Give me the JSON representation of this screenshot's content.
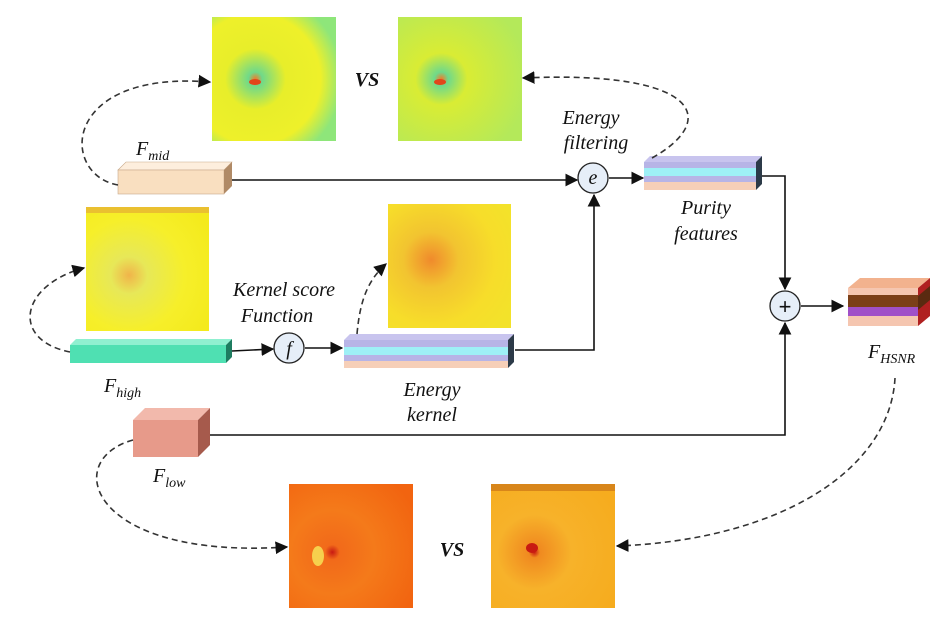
{
  "labels": {
    "f_mid_main": "F",
    "f_mid_sub": "mid",
    "f_high_main": "F",
    "f_high_sub": "high",
    "f_low_main": "F",
    "f_low_sub": "low",
    "f_hsnr_main": "F",
    "f_hsnr_sub": "HSNR",
    "energy_filtering_1": "Energy",
    "energy_filtering_2": "filtering",
    "purity_1": "Purity",
    "purity_2": "features",
    "kernel_score_1": "Kernel score",
    "kernel_score_2": "Function",
    "energy_kernel_1": "Energy",
    "energy_kernel_2": "kernel",
    "vs_top": "VS",
    "vs_bottom": "VS"
  },
  "operators": {
    "energy_op": "e",
    "kernel_op": "f",
    "sum_op": "+"
  },
  "colors": {
    "heatmap_green": "#9be65c",
    "heatmap_yellow": "#f4ec1c",
    "heatmap_orange": "#f26a12",
    "heatmap_amber": "#f7b520",
    "f_mid_box": "#f9dfc0",
    "f_high_box": "#4fe0b2",
    "f_low_box": "#e79a8a",
    "layer_cyan": "#9ef0f6",
    "layer_lavender": "#b7b4e6",
    "layer_peach": "#f6cfb8",
    "hsnr_brown": "#7b3f18",
    "hsnr_purple": "#a050c8",
    "hsnr_peach": "#f5c6b0"
  }
}
